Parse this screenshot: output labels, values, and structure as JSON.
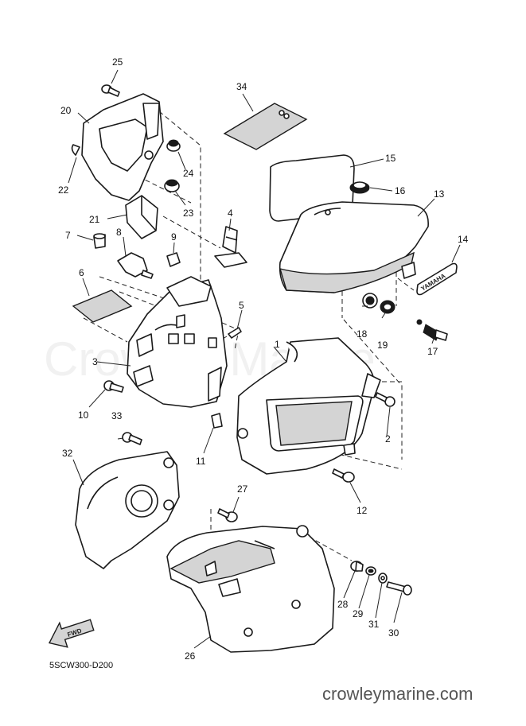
{
  "watermark": "Crowley Marine",
  "site_url": "crowleymarine.com",
  "diagram_code": "5SCW300-D200",
  "fwd_label": "FWD",
  "emblem_text": "YAMAHA",
  "callouts": [
    "1",
    "2",
    "3",
    "4",
    "5",
    "6",
    "7",
    "8",
    "9",
    "10",
    "11",
    "12",
    "13",
    "14",
    "15",
    "16",
    "17",
    "18",
    "19",
    "20",
    "21",
    "22",
    "23",
    "24",
    "25",
    "26",
    "27",
    "28",
    "29",
    "30",
    "31",
    "32",
    "33",
    "34"
  ]
}
